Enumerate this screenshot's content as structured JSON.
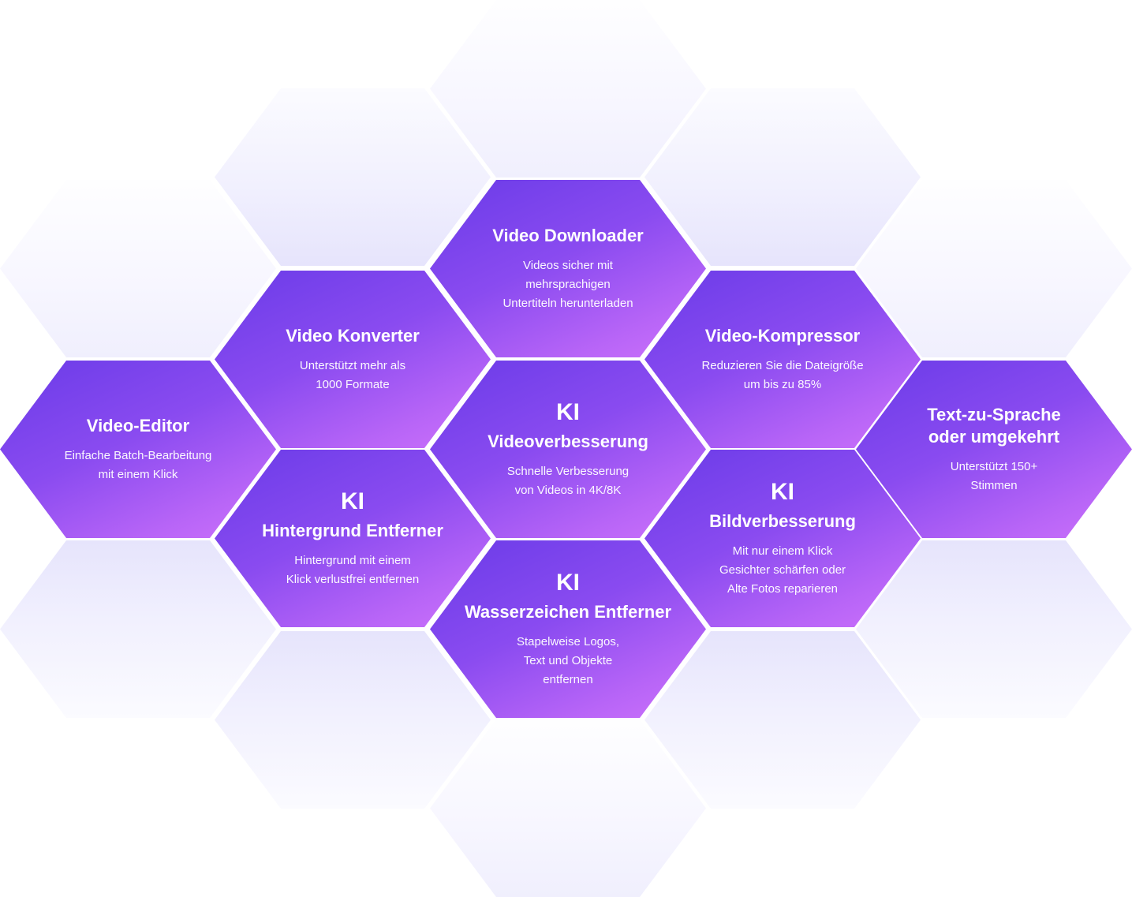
{
  "features": {
    "video_downloader": {
      "title": "Video Downloader",
      "desc": [
        "Videos sicher mit",
        "mehrsprachigen",
        "Untertiteln herunterladen"
      ]
    },
    "video_konverter": {
      "title": "Video Konverter",
      "desc": [
        "Unterstützt mehr als",
        "1000 Formate"
      ]
    },
    "video_kompressor": {
      "title": "Video-Kompressor",
      "desc": [
        "Reduzieren Sie die Dateigröße",
        "um bis zu 85%"
      ]
    },
    "video_editor": {
      "title": "Video-Editor",
      "desc": [
        "Einfache Batch-Bearbeitung",
        "mit einem Klick"
      ]
    },
    "ki_videoverbesserung": {
      "prefix": "KI",
      "title": "Videoverbesserung",
      "desc": [
        "Schnelle Verbesserung",
        "von Videos in 4K/8K"
      ]
    },
    "text_zu_sprache": {
      "title_lines": [
        "Text-zu-Sprache",
        "oder umgekehrt"
      ],
      "desc": [
        "Unterstützt 150+",
        "Stimmen"
      ]
    },
    "ki_hintergrund": {
      "prefix": "KI",
      "title": "Hintergrund Entferner",
      "desc": [
        "Hintergrund mit einem",
        "Klick verlustfrei entfernen"
      ]
    },
    "ki_bildverbesserung": {
      "prefix": "KI",
      "title": "Bildverbesserung",
      "desc": [
        "Mit nur einem Klick",
        "Gesichter schärfen oder",
        "Alte Fotos reparieren"
      ]
    },
    "ki_wasserzeichen": {
      "prefix": "KI",
      "title": "Wasserzeichen Entferner",
      "desc": [
        "Stapelweise Logos,",
        "Text und Objekte",
        "entfernen"
      ]
    }
  }
}
